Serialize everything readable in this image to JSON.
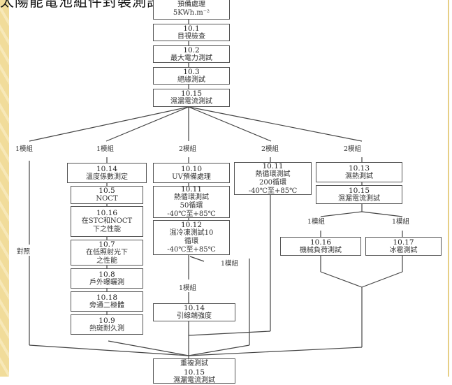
{
  "slide": {
    "title": "太陽能電池組件封裝測試項目",
    "accent_stripe_color": "#f1dc9a"
  },
  "flow": {
    "top": [
      {
        "id": "pre",
        "lines": [
          "預備處理",
          "5KWh.m⁻²"
        ]
      },
      {
        "id": "t10_1",
        "lines": [
          "10.1",
          "目視檢查"
        ]
      },
      {
        "id": "t10_2",
        "lines": [
          "10.2",
          "最大電力測試"
        ]
      },
      {
        "id": "t10_3",
        "lines": [
          "10.3",
          "絕緣測試"
        ]
      },
      {
        "id": "t10_15a",
        "lines": [
          "10.15",
          "濕漏電流測試"
        ]
      }
    ],
    "branch_labels": [
      "1模組",
      "1模組",
      "2模組",
      "2模組",
      "2模組"
    ],
    "control_label": "對照",
    "col2": [
      {
        "lines": [
          "10.14",
          "溫度係數測定"
        ]
      },
      {
        "lines": [
          "10.5",
          "NOCT"
        ]
      },
      {
        "lines": [
          "10.16",
          "在STC和NOCT",
          "下之性能"
        ]
      },
      {
        "lines": [
          "10.7",
          "在低照射光下",
          "之性能"
        ]
      },
      {
        "lines": [
          "10.8",
          "戶外曝曬測"
        ]
      },
      {
        "lines": [
          "10.18",
          "旁通二極體"
        ]
      },
      {
        "lines": [
          "10.9",
          "熱斑耐久測"
        ]
      }
    ],
    "col3": [
      {
        "lines": [
          "10.10",
          "UV預備處理"
        ]
      },
      {
        "lines": [
          "10.11",
          "熱循環測試",
          "50循環",
          "-40℃至+85℃"
        ]
      },
      {
        "lines": [
          "10.12",
          "濕冷凍測試10",
          "循環",
          "-40℃至+85℃"
        ]
      },
      {
        "lines": [
          "10.14",
          "引線端強度"
        ]
      }
    ],
    "col3_labels": [
      "1模組",
      "1模組"
    ],
    "col4": [
      {
        "lines": [
          "10.11",
          "熱循環測試",
          "200循環",
          "-40℃至+85℃"
        ]
      }
    ],
    "col5": [
      {
        "lines": [
          "10.13",
          "濕熱測試"
        ]
      },
      {
        "lines": [
          "10.15",
          "濕漏電流測試"
        ]
      },
      {
        "lines": [
          "10.16",
          "機械負荷測試"
        ]
      },
      {
        "lines": [
          "10.17",
          "冰雹測試"
        ]
      }
    ],
    "col5_labels": [
      "1模組",
      "1模組"
    ],
    "final": {
      "lines": [
        "重複測試",
        "10.15",
        "濕漏電流測試"
      ]
    }
  }
}
